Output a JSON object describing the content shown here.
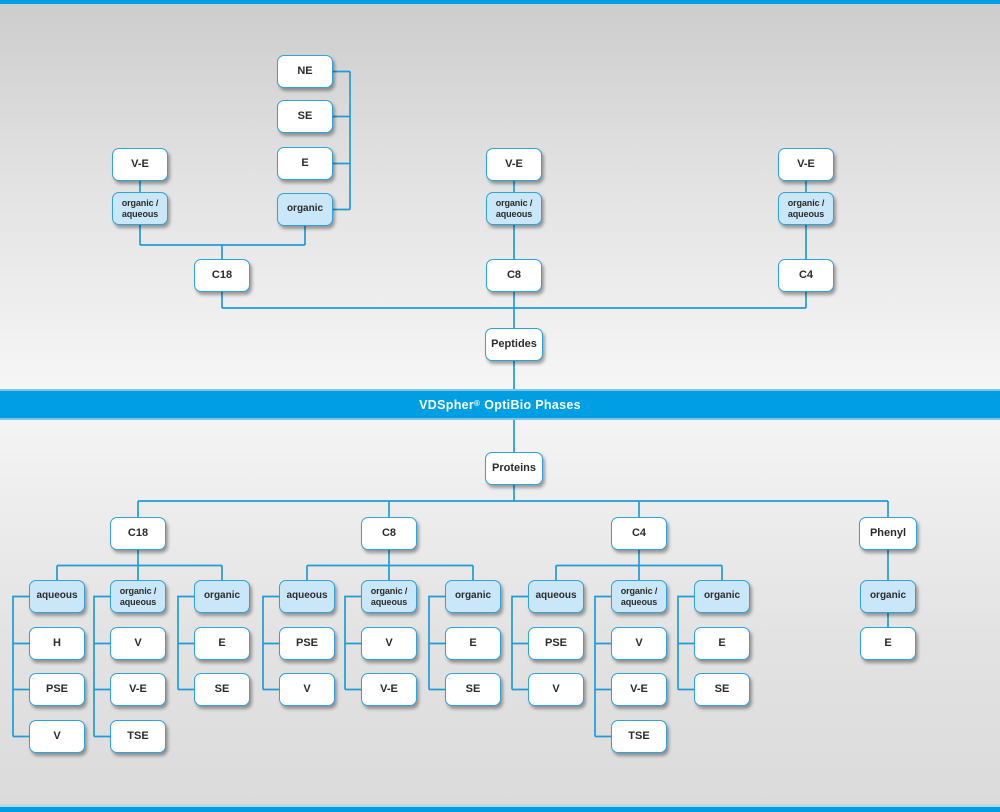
{
  "banner": {
    "brand": "VDSpher",
    "registered": "®",
    "suffix": "OptiBio Phases"
  },
  "peptides": {
    "root_label": "Peptides",
    "elution_stack": [
      "NE",
      "SE",
      "E",
      "organic"
    ],
    "columns": [
      {
        "variant": "V-E",
        "mode_l1": "organic /",
        "mode_l2": "aqueous",
        "phase": "C18"
      },
      {
        "variant": "V-E",
        "mode_l1": "organic /",
        "mode_l2": "aqueous",
        "phase": "C8"
      },
      {
        "variant": "V-E",
        "mode_l1": "organic /",
        "mode_l2": "aqueous",
        "phase": "C4"
      }
    ]
  },
  "proteins": {
    "root_label": "Proteins",
    "groups": [
      {
        "phase": "C18",
        "modes": [
          {
            "label": "aqueous",
            "children": [
              "H",
              "PSE",
              "V"
            ]
          },
          {
            "l1": "organic /",
            "l2": "aqueous",
            "children": [
              "V",
              "V-E",
              "TSE"
            ]
          },
          {
            "label": "organic",
            "children": [
              "E",
              "SE"
            ]
          }
        ]
      },
      {
        "phase": "C8",
        "modes": [
          {
            "label": "aqueous",
            "children": [
              "PSE",
              "V"
            ]
          },
          {
            "l1": "organic /",
            "l2": "aqueous",
            "children": [
              "V",
              "V-E"
            ]
          },
          {
            "label": "organic",
            "children": [
              "E",
              "SE"
            ]
          }
        ]
      },
      {
        "phase": "C4",
        "modes": [
          {
            "label": "aqueous",
            "children": [
              "PSE",
              "V"
            ]
          },
          {
            "l1": "organic /",
            "l2": "aqueous",
            "children": [
              "V",
              "V-E",
              "TSE"
            ]
          },
          {
            "label": "organic",
            "children": [
              "E",
              "SE"
            ]
          }
        ]
      },
      {
        "phase": "Phenyl",
        "modes": [
          {
            "label": "organic",
            "children": [
              "E"
            ]
          }
        ]
      }
    ]
  },
  "colors": {
    "accent_blue": "#009ee3",
    "line_blue": "#1f9cd7",
    "box_border_blue": "#2ea4da",
    "mode_fill_blue": "#c9e7f8",
    "text_dark": "#2b2b2b"
  }
}
